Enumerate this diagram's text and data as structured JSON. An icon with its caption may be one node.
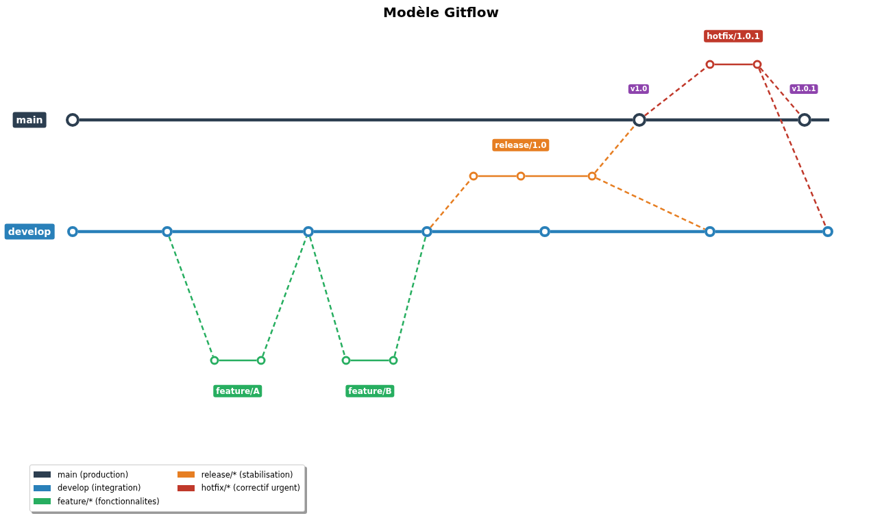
{
  "diagram": {
    "title": "Modèle Gitflow",
    "nodes": [
      {
        "text": [
          "hotfix/1.0.1"
        ]
      },
      {
        "text": [
          "v1.0"
        ]
      },
      {
        "text": [
          "v1.0.1"
        ]
      },
      {
        "text": [
          "main"
        ]
      },
      {
        "text": [
          "release/1.0"
        ]
      },
      {
        "text": [
          "develop"
        ]
      },
      {
        "text": [
          "feature/A"
        ]
      },
      {
        "text": [
          "feature/B"
        ]
      },
      {
        "text": [],
        "shape": "circle"
      },
      {
        "text": [],
        "shape": "circle"
      },
      {
        "text": [],
        "shape": "circle"
      },
      {
        "text": [],
        "shape": "circle"
      },
      {
        "text": [],
        "shape": "circle"
      },
      {
        "text": [],
        "shape": "circle"
      },
      {
        "text": [],
        "shape": "circle"
      },
      {
        "text": [],
        "shape": "circle"
      },
      {
        "text": [],
        "shape": "circle"
      },
      {
        "text": [],
        "shape": "circle"
      },
      {
        "text": [],
        "shape": "circle"
      },
      {
        "text": [],
        "shape": "circle"
      },
      {
        "text": [],
        "shape": "circle"
      },
      {
        "text": [],
        "shape": "circle"
      },
      {
        "text": [],
        "shape": "circle"
      },
      {
        "text": [],
        "shape": "circle"
      },
      {
        "text": [],
        "shape": "circle"
      },
      {
        "text": [],
        "shape": "circle"
      },
      {
        "text": [],
        "shape": "circle"
      }
    ],
    "edges": [
      {
        "from": 8,
        "to": 9,
        "arrow": "none",
        "style": "thick",
        "color": "#2c3e50"
      },
      {
        "from": 9,
        "to": 10,
        "arrow": "none",
        "style": "thick",
        "color": "#2c3e50"
      },
      {
        "from": 10,
        "to": null,
        "arrow": "none",
        "style": "thick",
        "color": "#2c3e50"
      },
      {
        "from": 9,
        "to": 11,
        "arrow": "none",
        "style": "dashed",
        "color": "#c0392b"
      },
      {
        "from": 11,
        "to": 12,
        "arrow": "none",
        "color": "#c0392b"
      },
      {
        "from": 12,
        "to": 10,
        "arrow": "none",
        "style": "dashed",
        "color": "#c0392b"
      },
      {
        "from": 12,
        "to": 22,
        "arrow": "none",
        "style": "dashed",
        "color": "#c0392b"
      },
      {
        "from": 19,
        "to": 13,
        "arrow": "none",
        "style": "dashed",
        "color": "#e67e22"
      },
      {
        "from": 13,
        "to": 14,
        "arrow": "none",
        "color": "#e67e22"
      },
      {
        "from": 14,
        "to": 15,
        "arrow": "none",
        "color": "#e67e22"
      },
      {
        "from": 15,
        "to": 9,
        "arrow": "none",
        "style": "dashed",
        "color": "#e67e22"
      },
      {
        "from": 15,
        "to": 21,
        "arrow": "none",
        "style": "dashed",
        "color": "#e67e22"
      },
      {
        "from": 16,
        "to": 17,
        "arrow": "none",
        "style": "thick",
        "color": "#2980b9"
      },
      {
        "from": 17,
        "to": 18,
        "arrow": "none",
        "style": "thick",
        "color": "#2980b9"
      },
      {
        "from": 18,
        "to": 19,
        "arrow": "none",
        "style": "thick",
        "color": "#2980b9"
      },
      {
        "from": 19,
        "to": 20,
        "arrow": "none",
        "style": "thick",
        "color": "#2980b9"
      },
      {
        "from": 20,
        "to": 21,
        "arrow": "none",
        "style": "thick",
        "color": "#2980b9"
      },
      {
        "from": 21,
        "to": 22,
        "arrow": "none",
        "style": "thick",
        "color": "#2980b9"
      },
      {
        "from": 17,
        "to": 23,
        "arrow": "none",
        "style": "dashed",
        "color": "#27ae60"
      },
      {
        "from": 23,
        "to": 24,
        "arrow": "none",
        "color": "#27ae60"
      },
      {
        "from": 24,
        "to": 18,
        "arrow": "none",
        "style": "dashed",
        "color": "#27ae60"
      },
      {
        "from": 18,
        "to": 25,
        "arrow": "none",
        "style": "dashed",
        "color": "#27ae60"
      },
      {
        "from": 25,
        "to": 26,
        "arrow": "none",
        "color": "#27ae60"
      },
      {
        "from": 26,
        "to": 19,
        "arrow": "none",
        "style": "dashed",
        "color": "#27ae60"
      }
    ],
    "legend": [
      {
        "text": "main (production)",
        "color": "#2c3e50"
      },
      {
        "text": "develop (integration)",
        "color": "#2980b9"
      },
      {
        "text": "feature/* (fonctionnalites)",
        "color": "#27ae60"
      },
      {
        "text": "release/* (stabilisation)",
        "color": "#e67e22"
      },
      {
        "text": "hotfix/* (correctif urgent)",
        "color": "#c0392b"
      }
    ]
  }
}
